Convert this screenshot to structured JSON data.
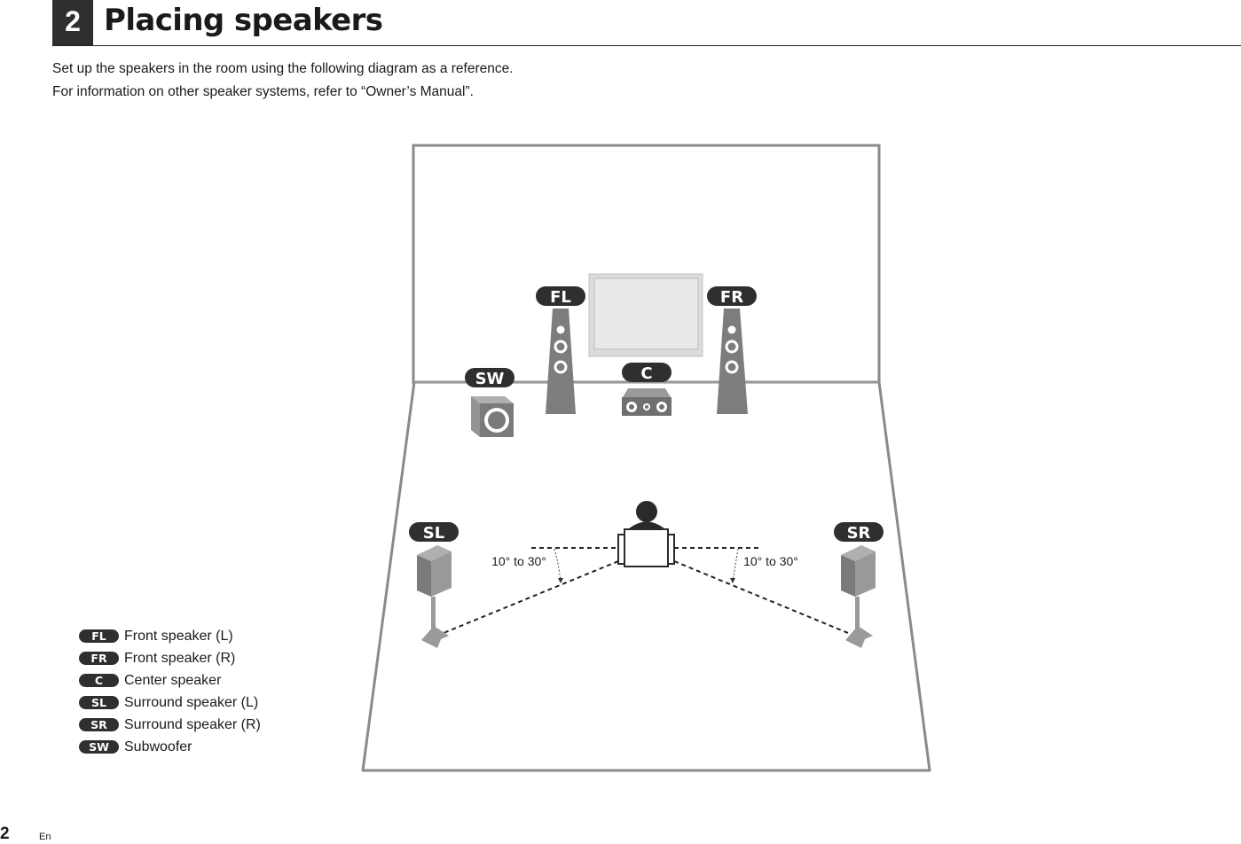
{
  "section": {
    "number": "2",
    "title": "Placing speakers"
  },
  "intro": [
    "Set up the speakers in the room using the following diagram as a reference.",
    "For information on other speaker systems, refer to “Owner’s Manual”."
  ],
  "diagram": {
    "labels": {
      "fl": "FL",
      "fr": "FR",
      "c": "C",
      "sw": "SW",
      "sl": "SL",
      "sr": "SR"
    },
    "angle_left": "10° to 30°",
    "angle_right": "10° to 30°"
  },
  "legend": [
    {
      "badge": "FL",
      "text": "Front speaker (L)"
    },
    {
      "badge": "FR",
      "text": "Front speaker (R)"
    },
    {
      "badge": "C",
      "text": "Center speaker"
    },
    {
      "badge": "SL",
      "text": "Surround speaker (L)"
    },
    {
      "badge": "SR",
      "text": "Surround speaker (R)"
    },
    {
      "badge": "SW",
      "text": "Subwoofer"
    }
  ],
  "footer": {
    "page": "2",
    "lang": "En"
  }
}
